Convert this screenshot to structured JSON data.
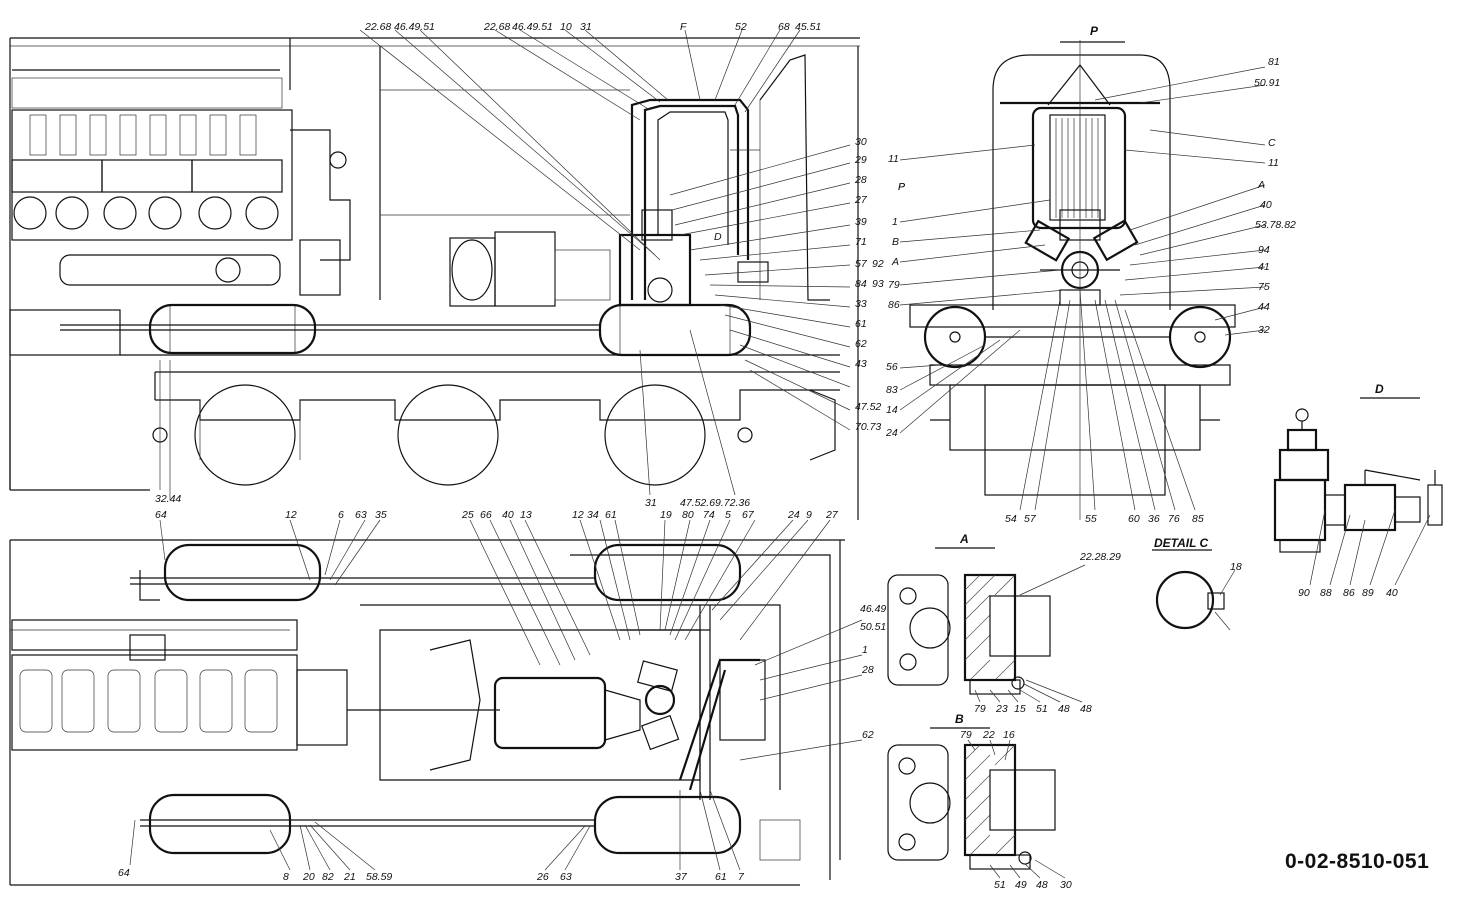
{
  "drawing_number": "0-02-8510-051",
  "views": {
    "section_p": {
      "title": "P"
    },
    "detail_a": {
      "title": "A"
    },
    "detail_b": {
      "title": "B"
    },
    "detail_c": {
      "title": "DETAIL C"
    },
    "detail_d": {
      "title": "D"
    }
  },
  "labels": {
    "side_top": [
      "22.68",
      "46.49.51",
      "22.68",
      "46.49.51",
      "10",
      "31",
      "F",
      "52",
      "68",
      "45.51"
    ],
    "side_right": [
      "30",
      "29",
      "28",
      "27",
      "39",
      "71",
      "57",
      "92",
      "84",
      "93",
      "33",
      "61",
      "62",
      "43",
      "47.52",
      "70.73",
      "D",
      "P"
    ],
    "side_bottom": [
      "32.44",
      "31",
      "47.52.69.72.36"
    ],
    "plan_top": [
      "64",
      "12",
      "6",
      "63",
      "35",
      "25",
      "66",
      "40",
      "13",
      "12",
      "34",
      "61",
      "19",
      "80",
      "74",
      "5",
      "67",
      "24",
      "9",
      "27"
    ],
    "plan_right": [
      "46.49",
      "50.51",
      "1",
      "28",
      "62"
    ],
    "plan_bottom": [
      "64",
      "8",
      "20",
      "82",
      "21",
      "58.59",
      "26",
      "63",
      "37",
      "61",
      "7"
    ],
    "section_p": [
      "81",
      "50.91",
      "C",
      "11",
      "11",
      "P",
      "1",
      "B",
      "A",
      "79",
      "86",
      "A",
      "40",
      "53.78.82",
      "94",
      "41",
      "75",
      "44",
      "32",
      "56",
      "83",
      "14",
      "24",
      "54",
      "57",
      "55",
      "60",
      "36",
      "76",
      "85"
    ],
    "detail_a": [
      "22.28.29",
      "79",
      "23",
      "15",
      "51",
      "48",
      "48"
    ],
    "detail_b": [
      "79",
      "22",
      "16",
      "51",
      "49",
      "48",
      "30"
    ],
    "detail_c": [
      "18"
    ],
    "detail_d": [
      "90",
      "88",
      "86",
      "89",
      "40"
    ]
  }
}
